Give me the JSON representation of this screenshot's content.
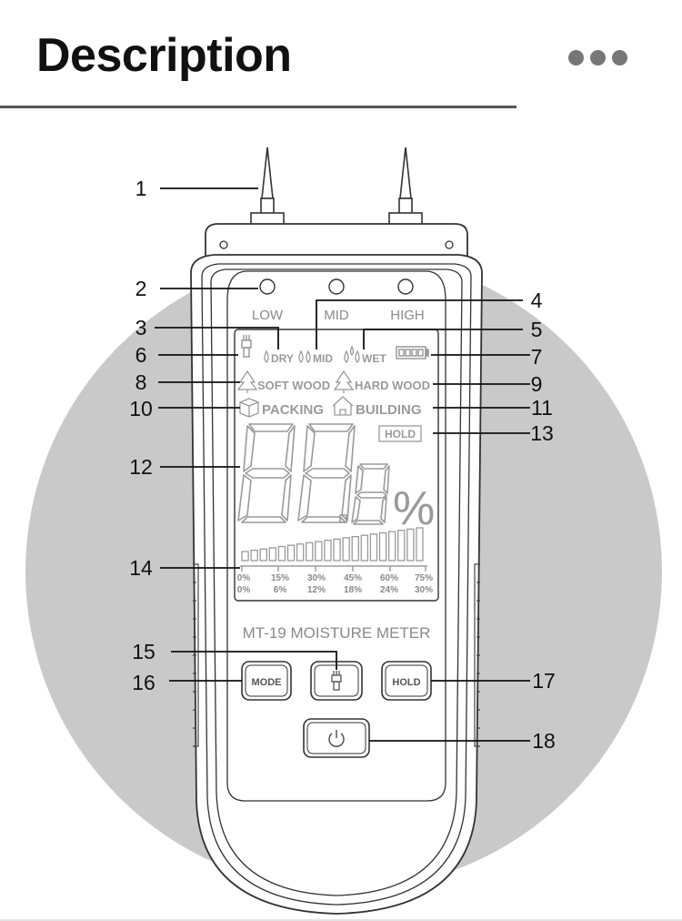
{
  "header": {
    "title": "Description",
    "menu_icon": "more-dots-icon"
  },
  "device": {
    "led_labels": [
      "LOW",
      "MID",
      "HIGH"
    ],
    "lcd": {
      "probe_icon": "probe-icon",
      "levels": [
        "DRY",
        "MID",
        "WET"
      ],
      "wood_modes": [
        "SOFT WOOD",
        "HARD WOOD"
      ],
      "material_modes": [
        "PACKING",
        "BUILDING"
      ],
      "hold": "HOLD",
      "digits": "88.8",
      "percent": "%",
      "scale_top": [
        "0%",
        "15%",
        "30%",
        "45%",
        "60%",
        "75%"
      ],
      "scale_bottom": [
        "0%",
        "6%",
        "12%",
        "18%",
        "24%",
        "30%"
      ],
      "bar_segments": 20
    },
    "model_name": "MT-19 MOISTURE METER",
    "buttons": {
      "mode": "MODE",
      "hold": "HOLD",
      "probe_icon": "probe-icon",
      "power_icon": "power-icon"
    }
  },
  "callouts": [
    "1",
    "2",
    "3",
    "4",
    "5",
    "6",
    "7",
    "8",
    "9",
    "10",
    "11",
    "12",
    "13",
    "14",
    "15",
    "16",
    "17",
    "18"
  ],
  "colors": {
    "background_circle": "#c9c9c9",
    "outline": "#3a3a3a",
    "lcd_segment": "#9a9a9a"
  }
}
